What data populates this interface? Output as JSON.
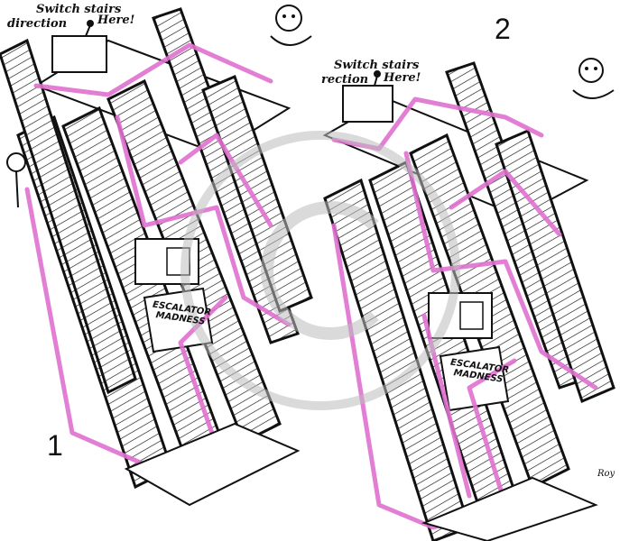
{
  "panels": [
    {
      "number": "1",
      "lever_label_line1": "Switch stairs",
      "lever_label_line2": "direction",
      "lever_label_line3": "Here!",
      "sign_line1": "ESCALATOR",
      "sign_line2": "MADNESS"
    },
    {
      "number": "2",
      "lever_label_line1": "Switch stairs",
      "lever_label_line2": "rection",
      "lever_label_line3": "Here!",
      "sign_line1": "ESCALATOR",
      "sign_line2": "MADNESS",
      "signature": "Roy"
    }
  ],
  "colors": {
    "route": "#e070d0",
    "ink": "#111111",
    "watermark": "#bdbdbd"
  }
}
